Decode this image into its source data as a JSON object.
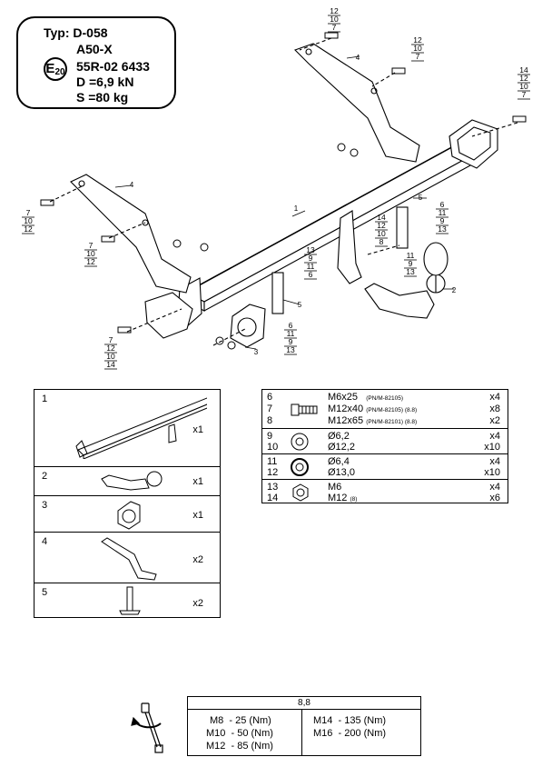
{
  "spec": {
    "type_label": "Typ:",
    "type_value": "D-058",
    "model": "A50-X",
    "approval_mark": "E",
    "approval_country": "20",
    "approval_number": "55R-02 6433",
    "d_value": "D =6,9 kN",
    "s_value": "S =80 kg"
  },
  "callouts": {
    "c_12_10_7_a": [
      "12",
      "10",
      "7"
    ],
    "c_12_10_7_b": [
      "12",
      "10",
      "7"
    ],
    "c_14_12_10_7": [
      "14",
      "12",
      "10",
      "7"
    ],
    "c_7_10_12_a": [
      "7",
      "10",
      "12"
    ],
    "c_7_10_12_b": [
      "7",
      "10",
      "12"
    ],
    "c_7_12_10_14": [
      "7",
      "12",
      "10",
      "14"
    ],
    "c_14_12_10_8": [
      "14",
      "12",
      "10",
      "8"
    ],
    "c_6_11_9_13_a": [
      "6",
      "11",
      "9",
      "13"
    ],
    "c_11_9_13": [
      "11",
      "9",
      "13"
    ],
    "c_13_9_11_6": [
      "13",
      "9",
      "11",
      "6"
    ],
    "c_6_11_9_13_b": [
      "6",
      "11",
      "9",
      "13"
    ],
    "part_labels": {
      "p1": "1",
      "p2": "2",
      "p3": "3",
      "p4a": "4",
      "p4b": "4",
      "p5a": "5",
      "p5b": "5"
    }
  },
  "parts_table": [
    {
      "num": "1",
      "qty": "x1"
    },
    {
      "num": "2",
      "qty": "x1"
    },
    {
      "num": "3",
      "qty": "x1"
    },
    {
      "num": "4",
      "qty": "x2"
    },
    {
      "num": "5",
      "qty": "x2"
    }
  ],
  "hardware": [
    {
      "nums": [
        "6",
        "7",
        "8"
      ],
      "lines": [
        {
          "main": "M6x25",
          "note": "(PN/M-82105)",
          "qty": "x4"
        },
        {
          "main": "M12x40",
          "note": "(PN/M-82105) (8.8)",
          "qty": "x8"
        },
        {
          "main": "M12x65",
          "note": "(PN/M-82101) (8.8)",
          "qty": "x2"
        }
      ]
    },
    {
      "nums": [
        "9",
        "10"
      ],
      "lines": [
        {
          "main": "Ø6,2",
          "note": "",
          "qty": "x4"
        },
        {
          "main": "Ø12,2",
          "note": "",
          "qty": "x10"
        }
      ]
    },
    {
      "nums": [
        "11",
        "12"
      ],
      "lines": [
        {
          "main": "Ø6,4",
          "note": "",
          "qty": "x4"
        },
        {
          "main": "Ø13,0",
          "note": "",
          "qty": "x10"
        }
      ]
    },
    {
      "nums": [
        "13",
        "14"
      ],
      "lines": [
        {
          "main": "M6",
          "note": "",
          "qty": "x4"
        },
        {
          "main": "M12",
          "note": "(8)",
          "qty": "x6"
        }
      ]
    }
  ],
  "torque": {
    "grade": "8,8",
    "left": [
      "M8  - 25 (Nm)",
      "M10  - 50 (Nm)",
      "M12  - 85 (Nm)"
    ],
    "right": [
      "M14  - 135 (Nm)",
      "M16  - 200 (Nm)"
    ]
  }
}
